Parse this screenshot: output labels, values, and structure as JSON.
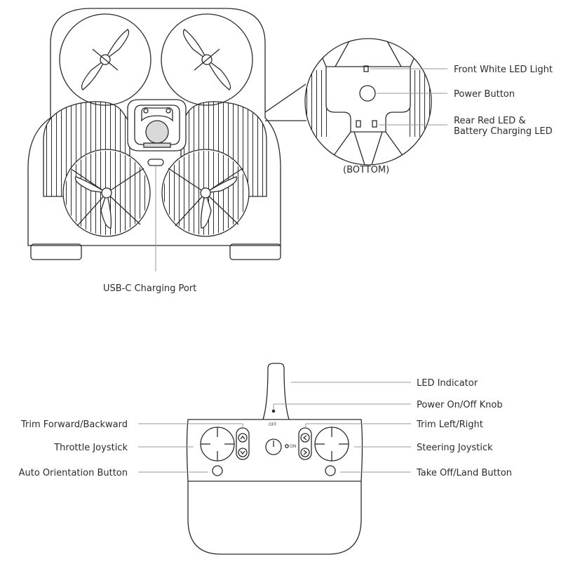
{
  "drone": {
    "labels": {
      "front_led": "Front White LED Light",
      "power_button": "Power Button",
      "rear_led_line1": "Rear Red LED &",
      "rear_led_line2": "Battery Charging LED",
      "bottom": "(BOTTOM)",
      "usb_port": "USB-C Charging Port"
    }
  },
  "controller": {
    "labels": {
      "led_indicator": "LED Indicator",
      "power_knob": "Power On/Off Knob",
      "trim_lr": "Trim Left/Right",
      "steering": "Steering Joystick",
      "takeoff": "Take Off/Land Button",
      "trim_fb": "Trim Forward/Backward",
      "throttle": "Throttle Joystick",
      "auto_orient": "Auto Orientation Button",
      "off": "OFF",
      "on": "ON"
    }
  },
  "colors": {
    "line": "#2b2b2b",
    "leader": "#9a9a9a",
    "fill_gray": "#d9d9d9"
  }
}
